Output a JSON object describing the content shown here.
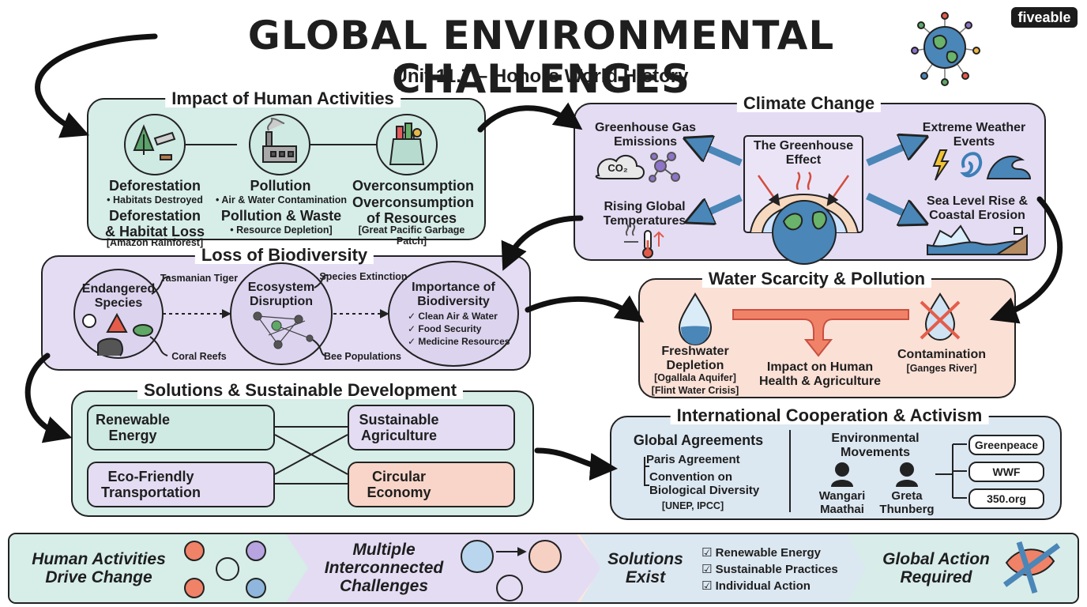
{
  "header": {
    "title": "GLOBAL ENVIRONMENTAL CHALLENGES",
    "subtitle": "Unit 11.7 – Honors World History",
    "brand": "fiveable",
    "icon": "globe-network-icon"
  },
  "human_activities": {
    "title": "Impact of Human Activities",
    "items": [
      {
        "name": "Deforestation",
        "detail": "• Habitats Destroyed",
        "subtitle": "Deforestation\n& Habitat Loss",
        "example": "[Amazon Rainforest]",
        "icon": "tree-saw-icon"
      },
      {
        "name": "Pollution",
        "detail": "• Air & Water Contamination",
        "subtitle": "Pollution & Waste",
        "example": "• Resource Depletion]",
        "icon": "factory-icon"
      },
      {
        "name": "Overconsumption",
        "detail": "",
        "subtitle": "Overconsumption\nof Resources",
        "example": "[Great Pacific Garbage Patch]",
        "icon": "shopping-bag-icon"
      }
    ]
  },
  "climate_change": {
    "title": "Climate Change",
    "center": "The Greenhouse\nEffect",
    "ghg": "Greenhouse Gas\nEmissions",
    "extreme": "Extreme Weather\nEvents",
    "temps": "Rising Global\nTemperatures",
    "sea": "Sea Level Rise &\nCoastal Erosion",
    "co2": "CO₂"
  },
  "biodiversity": {
    "title": "Loss of Biodiversity",
    "endangered": "Endangered\nSpecies",
    "ecosystem": "Ecosystem\nDisruption",
    "importance": "Importance of\nBiodiversity",
    "tasmanian": "Tasmanian Tiger",
    "coral": "Coral Reefs",
    "extinction": "Species Extinction",
    "bee": "Bee Populations",
    "benefits": [
      "✓ Clean Air & Water",
      "✓ Food Security",
      "✓ Medicine Resources"
    ]
  },
  "water": {
    "title": "Water Scarcity & Pollution",
    "depletion": "Freshwater\nDepletion",
    "depletion_ex1": "[Ogallala Aquifer]",
    "depletion_ex2": "[Flint Water Crisis]",
    "impact": "Impact on Human\nHealth & Agriculture",
    "contamination": "Contamination",
    "contamination_ex": "[Ganges River]"
  },
  "solutions": {
    "title": "Solutions & Sustainable Development",
    "renewable": "Renewable\nEnergy",
    "agriculture": "Sustainable\nAgriculture",
    "transport": "Eco-Friendly\nTransportation",
    "circular": "Circular\nEconomy"
  },
  "cooperation": {
    "title": "International Cooperation & Activism",
    "agreements_title": "Global Agreements",
    "agreements": [
      "Paris Agreement",
      "Convention on\nBiological Diversity"
    ],
    "agreements_ex": "[UNEP, IPCC]",
    "movements_title": "Environmental\nMovements",
    "activists": [
      "Wangari\nMaathai",
      "Greta\nThunberg"
    ],
    "orgs": [
      "Greenpeace",
      "WWF",
      "350.org"
    ]
  },
  "banner": {
    "step1": "Human Activities\nDrive Change",
    "step2": "Multiple\nInterconnected\nChallenges",
    "step3": "Solutions\nExist",
    "checks": [
      "Renewable Energy",
      "Sustainable Practices",
      "Individual Action"
    ],
    "step4": "Global Action\nRequired"
  },
  "colors": {
    "teal_panel": "#d6ede8",
    "purple_panel": "#e4dcf3",
    "salmon_panel": "#fbe0d6",
    "blue_panel": "#dbe7f1",
    "arrow_blue": "#4a86b8",
    "arrow_red": "#f08268"
  }
}
